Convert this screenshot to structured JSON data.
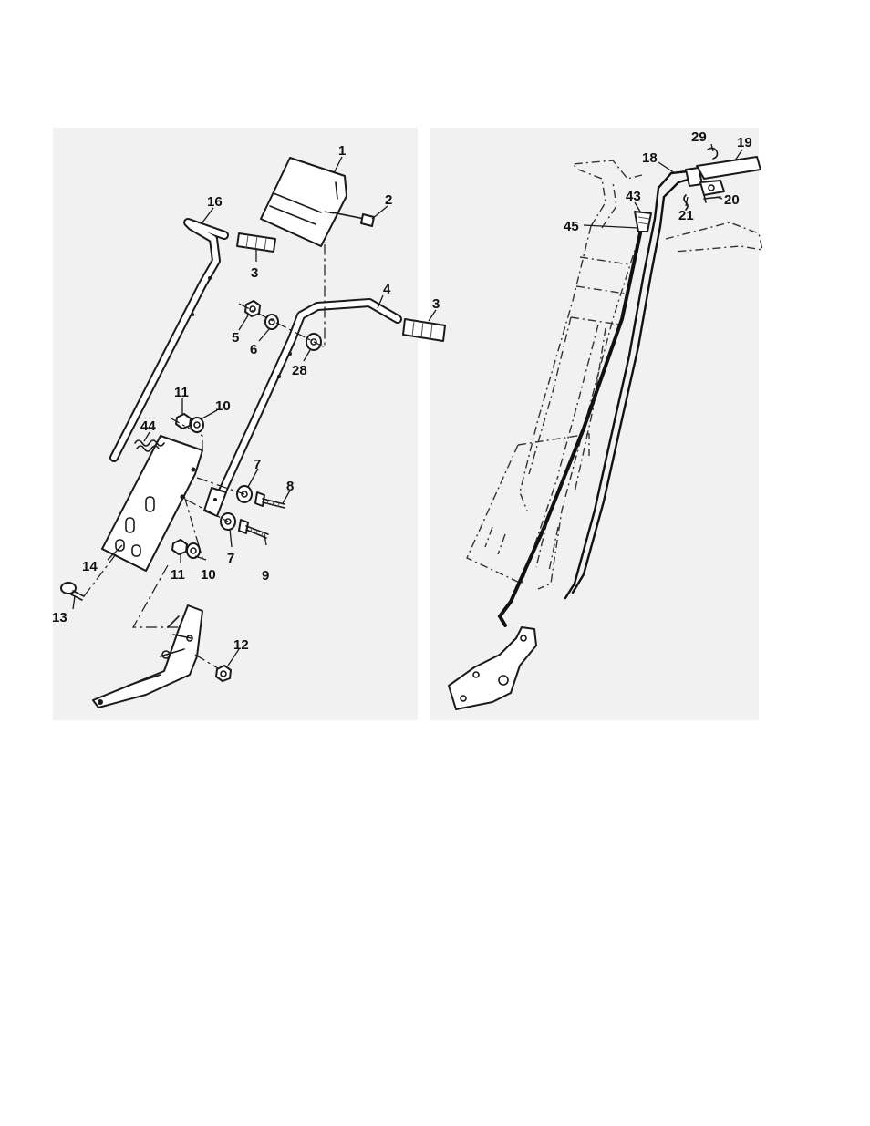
{
  "colors": {
    "background": "#ffffff",
    "panel": "#f1f1f1",
    "ink": "#1a1a1a"
  },
  "callouts": {
    "p1": "1",
    "p2": "2",
    "p3a": "3",
    "p3b": "3",
    "p4": "4",
    "p5": "5",
    "p6": "6",
    "p7a": "7",
    "p7b": "7",
    "p8": "8",
    "p9": "9",
    "p10a": "10",
    "p10b": "10",
    "p11a": "11",
    "p11b": "11",
    "p12": "12",
    "p13": "13",
    "p14": "14",
    "p16": "16",
    "p18": "18",
    "p19": "19",
    "p20": "20",
    "p21": "21",
    "p28": "28",
    "p29": "29",
    "p43": "43",
    "p44": "44",
    "p45": "45"
  }
}
